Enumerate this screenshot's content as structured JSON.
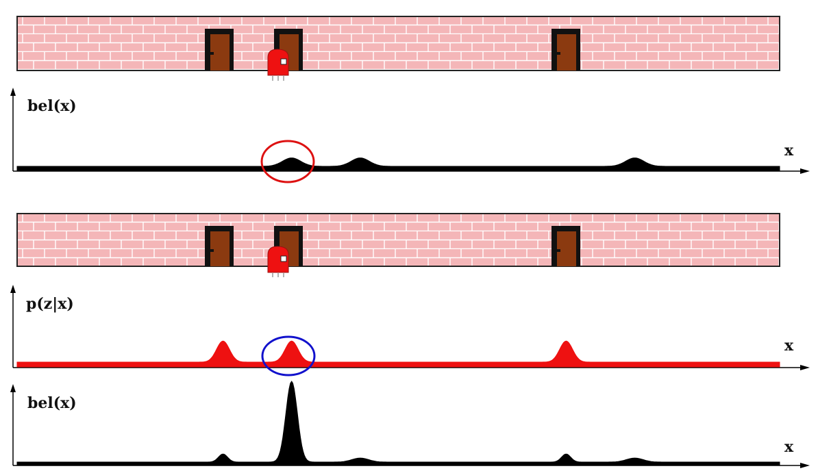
{
  "panels": {
    "belief_prior": {
      "ylabel": "bel(x)",
      "xlabel": "x"
    },
    "sensor_model": {
      "ylabel": "p(z|x)",
      "xlabel": "x"
    },
    "belief_posterior": {
      "ylabel": "bel(x)",
      "xlabel": "x"
    }
  },
  "colors": {
    "wall": "#f4b6b8",
    "brick_line": "#ffffff",
    "wall_border": "#222222",
    "door": "#8b3a10",
    "door_frame": "#111111",
    "robot": "#ee1111",
    "belief": "#000000",
    "likelihood": "#ee1111",
    "highlight_prior": "#dd1111",
    "highlight_sensor": "#1111cc"
  },
  "scene": {
    "door_count": 3,
    "robot_at_door_index": 1
  },
  "chart_data": [
    {
      "type": "area",
      "title": "",
      "ylabel": "bel(x)",
      "xlabel": "x",
      "peak_positions": [
        0.36,
        0.45,
        0.81
      ],
      "peak_heights": [
        0.14,
        0.14,
        0.14
      ],
      "baseline": 0.02,
      "highlight": "peak near robot position"
    },
    {
      "type": "area",
      "title": "",
      "ylabel": "p(z|x)",
      "xlabel": "x",
      "peak_positions": [
        0.27,
        0.36,
        0.72
      ],
      "peak_heights": [
        0.28,
        0.28,
        0.28
      ],
      "baseline": 0.02,
      "highlight": "peak near robot position"
    },
    {
      "type": "area",
      "title": "",
      "ylabel": "bel(x)",
      "xlabel": "x",
      "peak_positions": [
        0.27,
        0.36,
        0.45,
        0.72,
        0.81
      ],
      "peak_heights": [
        0.1,
        1.0,
        0.05,
        0.1,
        0.05
      ],
      "baseline": 0.01
    }
  ]
}
